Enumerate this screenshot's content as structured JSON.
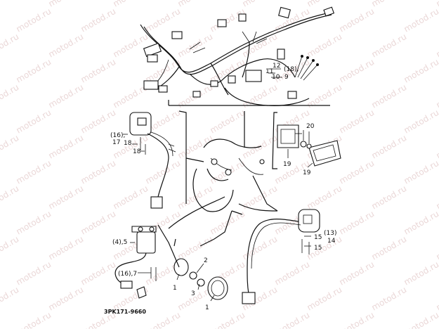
{
  "watermark": "motod.ru",
  "diagram_code": "3PK171-9660",
  "callouts": {
    "c16a": "(16),",
    "c17": "17",
    "c18a": "18",
    "c18b": "18",
    "c20": "20",
    "c19a": "19",
    "c19b": "19",
    "c12": "12",
    "c11": "11",
    "c18p": "(18),",
    "c10": "10",
    "c9": "9",
    "c4_5": "(4),5",
    "c16_7": "(16),7",
    "c2": "2",
    "c3": "3",
    "c1a": "1",
    "c1b": "1",
    "c13": "(13)",
    "c14": "14",
    "c15a": "15",
    "c15b": "15"
  }
}
